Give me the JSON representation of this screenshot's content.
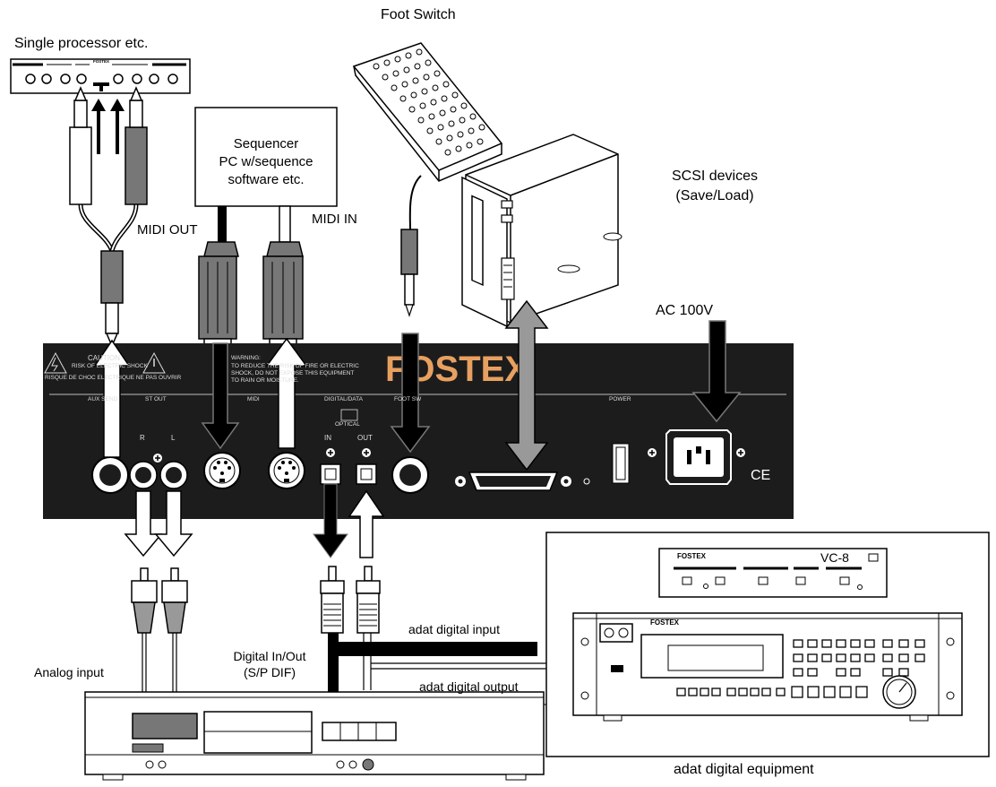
{
  "labels": {
    "single_processor": "Single processor etc.",
    "foot_switch": "Foot Switch",
    "sequencer_line1": "Sequencer",
    "sequencer_line2": "PC w/sequence",
    "sequencer_line3": "software etc.",
    "midi_out": "MIDI OUT",
    "midi_in": "MIDI IN",
    "scsi_line1": "SCSI devices",
    "scsi_line2": "(Save/Load)",
    "ac_power": "AC 100V",
    "analog_input": "Analog input",
    "digital_io_line1": "Digital In/Out",
    "digital_io_line2": "(S/P DIF)",
    "adat_input": "adat digital input",
    "adat_output": "adat digital output",
    "adat_equipment": "adat digital equipment"
  },
  "panel": {
    "brand": "FOSTEX",
    "caution": "CAUTION",
    "caution_line1": "RISK OF ELECTRIC SHOCK",
    "caution_line2": "RISQUE DE CHOC ELECTRIQUE NE PAS OUVRIR",
    "warning": "WARNING:",
    "warning_line1": "TO REDUCE THE RISK OF FIRE OR ELECTRIC",
    "warning_line2": "SHOCK, DO NOT EXPOSE THIS EQUIPMENT",
    "warning_line3": "TO RAIN OR MOISTURE.",
    "section_aux": "AUX SEND",
    "section_st_out": "ST OUT",
    "section_midi": "MIDI",
    "section_digital": "DIGITAL/DATA",
    "section_footsw": "FOOT SW",
    "section_power": "POWER",
    "jack_r": "R",
    "jack_l": "L",
    "jack_in": "IN",
    "jack_out": "OUT",
    "optical": "OPTICAL",
    "ce_mark": "CE"
  },
  "devices": {
    "vc8_brand": "FOSTEX",
    "vc8_model": "VC-8",
    "adat_brand": "FOSTEX",
    "processor_brand": "FOSTEX"
  }
}
